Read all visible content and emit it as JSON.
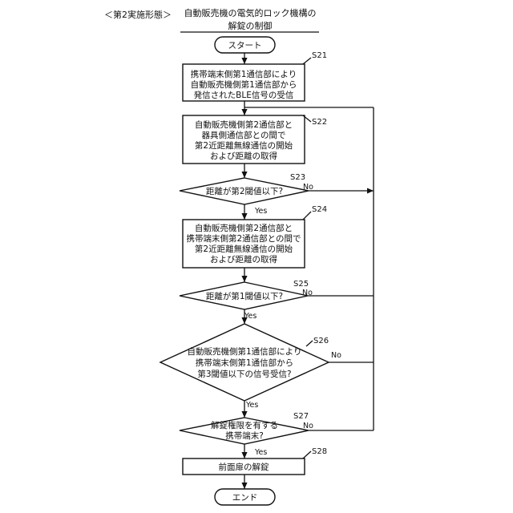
{
  "header": {
    "embodiment": "＜第2実施形態＞",
    "title_line1": "自動販売機の電気的ロック機構の",
    "title_line2": "解錠の制御"
  },
  "terminals": {
    "start": "スタート",
    "end": "エンド"
  },
  "steps": {
    "S21": {
      "id": "S21",
      "lines": [
        "携帯端末側第1通信部により",
        "自動販売機側第1通信部から",
        "発信されたBLE信号の受信"
      ]
    },
    "S22": {
      "id": "S22",
      "lines": [
        "自動販売機側第2通信部と",
        "器具側通信部との間で",
        "第2近距離無線通信の開始",
        "および距離の取得"
      ]
    },
    "S23": {
      "id": "S23",
      "lines": [
        "距離が第2閾値以下?"
      ]
    },
    "S24": {
      "id": "S24",
      "lines": [
        "自動販売機側第2通信部と",
        "携帯端末側第2通信部との間で",
        "第2近距離無線通信の開始",
        "および距離の取得"
      ]
    },
    "S25": {
      "id": "S25",
      "lines": [
        "距離が第1閾値以下?"
      ]
    },
    "S26": {
      "id": "S26",
      "lines": [
        "自動販売機側第1通信部により",
        "携帯端末側第1通信部から",
        "第3閾値以下の信号受信?"
      ]
    },
    "S27": {
      "id": "S27",
      "lines": [
        "解錠権限を有する",
        "携帯端末?"
      ]
    },
    "S28": {
      "id": "S28",
      "lines": [
        "前面扉の解錠"
      ]
    }
  },
  "branch_labels": {
    "yes": "Yes",
    "no": "No"
  }
}
